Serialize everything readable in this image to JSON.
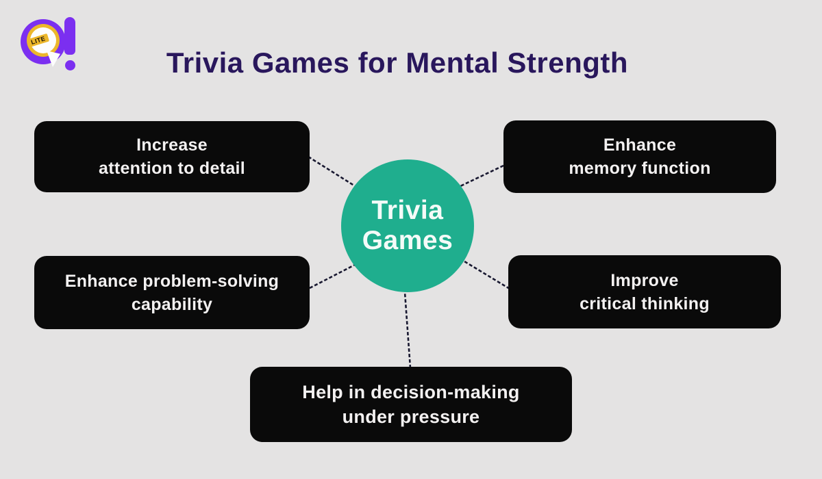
{
  "header": {
    "title": "Trivia Games for Mental Strength",
    "logo": {
      "badge_label": "LITE",
      "icon": "speech-bubble-exclamation-icon"
    }
  },
  "diagram": {
    "center": {
      "line1": "Trivia",
      "line2": "Games"
    },
    "nodes": [
      {
        "id": "increase-attention",
        "line1": "Increase",
        "line2": "attention to detail"
      },
      {
        "id": "enhance-memory",
        "line1": "Enhance",
        "line2": "memory function"
      },
      {
        "id": "problem-solving",
        "line1": "Enhance problem-solving",
        "line2": "capability"
      },
      {
        "id": "critical-thinking",
        "line1": "Improve",
        "line2": "critical thinking"
      },
      {
        "id": "decision-making",
        "line1": "Help in decision-making",
        "line2": "under pressure"
      }
    ],
    "connections": [
      "center to increase-attention",
      "center to enhance-memory",
      "center to problem-solving",
      "center to critical-thinking",
      "center to decision-making"
    ]
  },
  "colors": {
    "background": "#e4e3e3",
    "title": "#29175c",
    "node_background": "#0a0a0a",
    "node_text": "#f3f1f1",
    "center_circle": "#1fae8e",
    "connector": "#181830",
    "logo_purple": "#7b2ff0",
    "logo_yellow": "#ecb72b"
  }
}
